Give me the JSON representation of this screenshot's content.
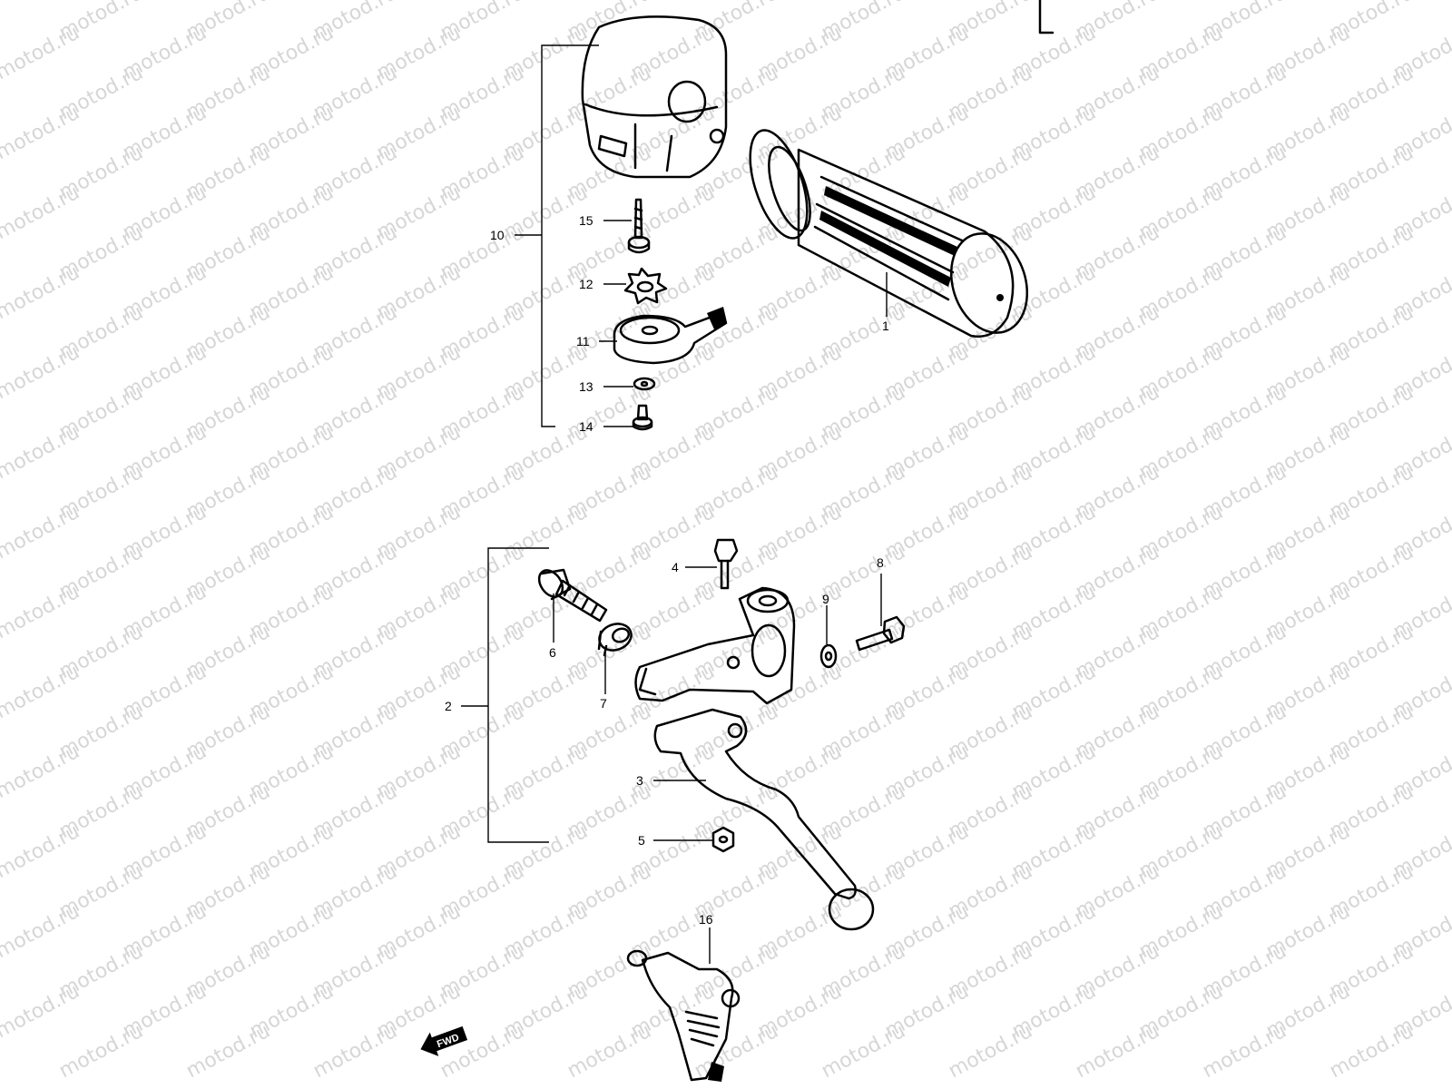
{
  "watermark": {
    "text": "motod.ru"
  },
  "callouts": {
    "c1": "1",
    "c2": "2",
    "c3": "3",
    "c4": "4",
    "c5": "5",
    "c6": "6",
    "c7": "7",
    "c8": "8",
    "c9": "9",
    "c10": "10",
    "c11": "11",
    "c12": "12",
    "c13": "13",
    "c14": "14",
    "c15": "15",
    "c16": "16"
  },
  "direction_arrow": {
    "label": "FWD"
  }
}
